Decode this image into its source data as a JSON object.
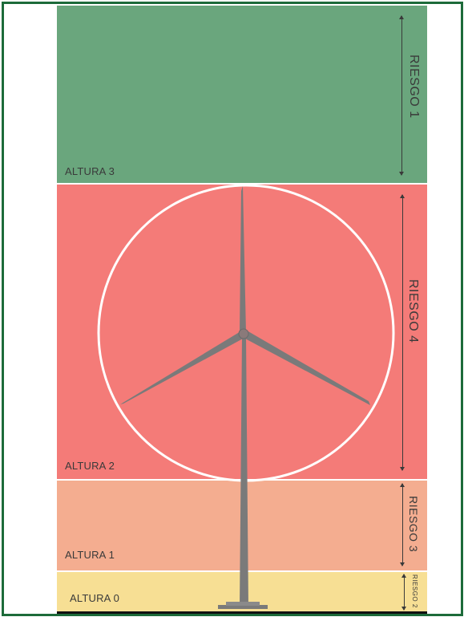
{
  "zones": {
    "altura3": {
      "label": "ALTURA 3",
      "risk": "RIESGO 1",
      "color": "#6aa67d"
    },
    "altura2": {
      "label": "ALTURA 2",
      "risk": "RIESGO 4",
      "color": "#f47b78"
    },
    "altura1": {
      "label": "ALTURA 1",
      "risk": "RIESGO 3",
      "color": "#f4ad90"
    },
    "altura0": {
      "label": "ALTURA 0",
      "risk": "RIESGO 2",
      "color": "#f7df94"
    }
  },
  "turbine": {
    "color": "#7a7a7a",
    "rotor_circle_color": "#ffffff"
  },
  "frame_color": "#1d6b3a"
}
